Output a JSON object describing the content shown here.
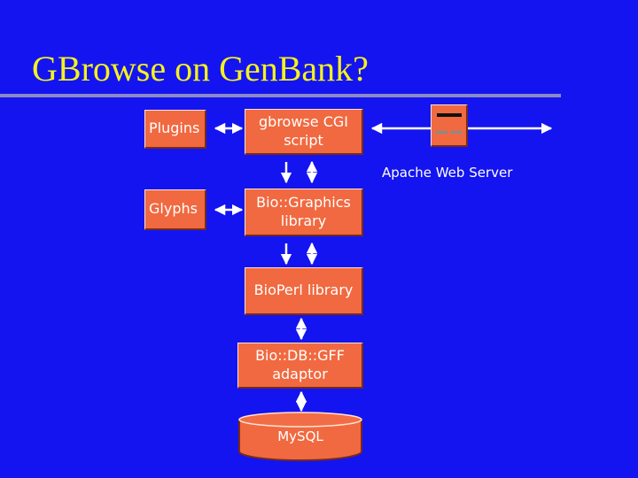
{
  "title": "GBrowse on GenBank?",
  "nodes": {
    "plugins": "Plugins",
    "glyphs": "Glyphs",
    "gbrowse_cgi": "gbrowse CGI\nscript",
    "bio_graphics": "Bio::Graphics\nlibrary",
    "bioperl": "BioPerl library",
    "bio_db_gff": "Bio::DB::GFF\nadaptor",
    "mysql": "MySQL"
  },
  "server_label": "Apache Web Server",
  "colors": {
    "background": "#1414f0",
    "title": "#f4f21e",
    "box_fill": "#f16940",
    "text": "#ffffff",
    "connector": "#ffffff"
  }
}
